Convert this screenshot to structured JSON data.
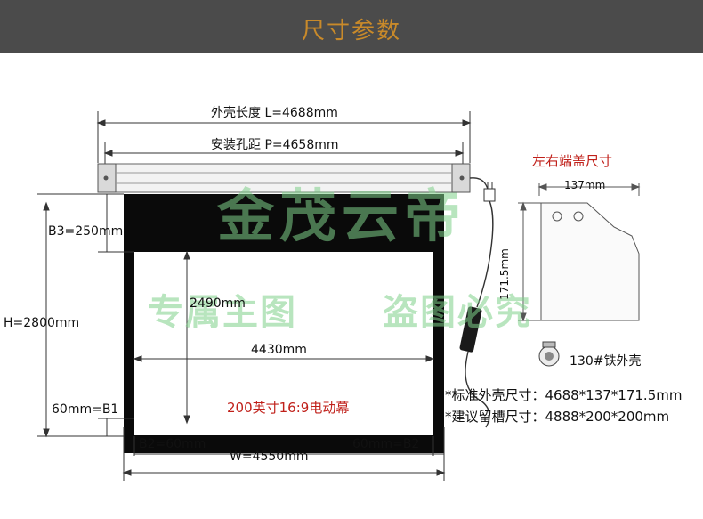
{
  "header": {
    "title": "尺寸参数"
  },
  "watermark": {
    "logo_text": "金茂云帝",
    "line1": "专属主图",
    "line2": "盗图必究"
  },
  "dimensions": {
    "housing_length": "外壳长度  L=4688mm",
    "hole_distance": "安装孔距  P=4658mm",
    "b3": "B3=250mm",
    "h": "H=2800mm",
    "b1": "60mm=B1",
    "view_height": "2490mm",
    "view_width": "4430mm",
    "b2_left": "B2=60mm",
    "b2_right": "60mm=B2",
    "w": "W=4550mm"
  },
  "screen_label": "200英寸16:9电动幕",
  "end_cap": {
    "title": "左右端盖尺寸",
    "width": "137mm",
    "height": "171.5mm",
    "shell": "130#铁外壳"
  },
  "specs": {
    "standard_size": "*标准外壳尺寸：4688*137*171.5mm",
    "slot_size": "*建议留槽尺寸：4888*200*200mm"
  },
  "colors": {
    "header_bg": "#4b4b4b",
    "title": "#c98a2a",
    "accent_red": "#c0201a",
    "watermark": "#7fd08a"
  }
}
